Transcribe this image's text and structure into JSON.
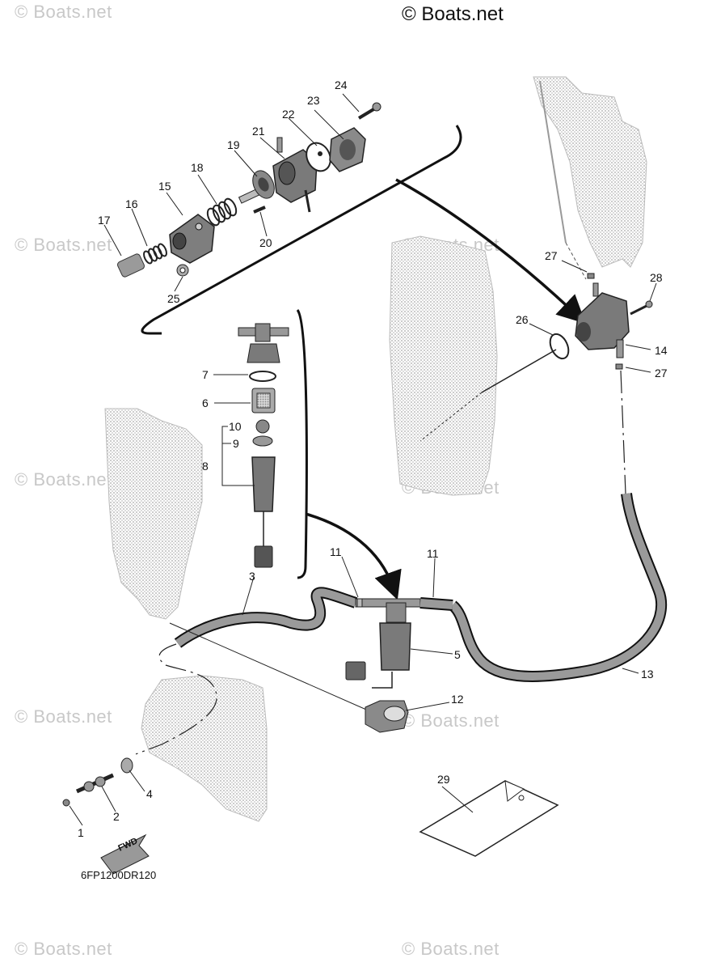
{
  "watermark": {
    "main": "© Boats.net",
    "faint": "© Boats.net"
  },
  "diagram_code": "6FP1200DR120",
  "fwd_label": "FWD",
  "callouts": [
    "1",
    "2",
    "3",
    "4",
    "5",
    "6",
    "7",
    "8",
    "9",
    "10",
    "11",
    "11",
    "12",
    "13",
    "14",
    "15",
    "16",
    "17",
    "18",
    "19",
    "20",
    "21",
    "22",
    "23",
    "24",
    "25",
    "26",
    "27",
    "27",
    "28",
    "29"
  ],
  "colors": {
    "line": "#1a1a1a",
    "part_gray": "#8a8a8a",
    "dot_gray": "#b9b9b9",
    "watermark": "#c8c8c8"
  }
}
